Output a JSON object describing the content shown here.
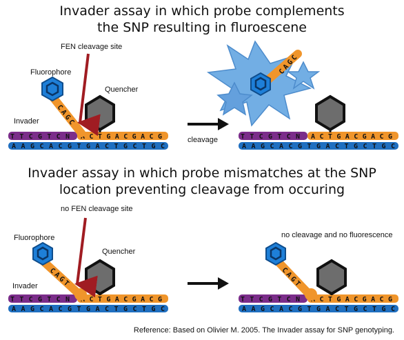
{
  "titles": {
    "top_line1": "Invader assay in which probe complements",
    "top_line2": "the SNP resulting in fluroescene",
    "bottom_line1": "Invader assay in which probe mismatches at the SNP",
    "bottom_line2": "location preventing cleavage from occuring"
  },
  "top_panel": {
    "cleavage_site_label": "FEN cleavage site",
    "fluorophore_label": "Fluorophore",
    "quencher_label": "Quencher",
    "invader_label": "Invader",
    "invader_seq": "TTCGTCN",
    "probe_seq": "ACTGACGACG",
    "flap_seq": "CAGC",
    "template_seq": "AAGCACGTGACTGCTGC",
    "arrow_label": "cleavage",
    "released_flap_seq": "CAGC"
  },
  "bottom_panel": {
    "cleavage_site_label": "no FEN cleavage site",
    "fluorophore_label": "Fluorophore",
    "quencher_label": "Quencher",
    "invader_label": "Invader",
    "invader_seq": "TTCGTCN",
    "probe_seq": "ACTGACGACG",
    "flap_seq": "CAGT",
    "template_seq": "AAGCACGTGACTGCTGC",
    "result_label": "no cleavage and no fluorescence"
  },
  "reference": "Reference: Based on Olivier M. 2005. The Invader assay for SNP genotyping.",
  "colors": {
    "invader": "#7b2d8a",
    "probe": "#f0952b",
    "template": "#1f6fc0",
    "fluorophore": "#1e7fd8",
    "quencher": "#6d6d6d",
    "arrow_red": "#a01c22",
    "burst": "#5aa0e0"
  },
  "icons": [
    "fluorophore-hexagon-icon",
    "quencher-hexagon-icon",
    "fluorescence-star-icon",
    "cleavage-arrow-icon"
  ]
}
